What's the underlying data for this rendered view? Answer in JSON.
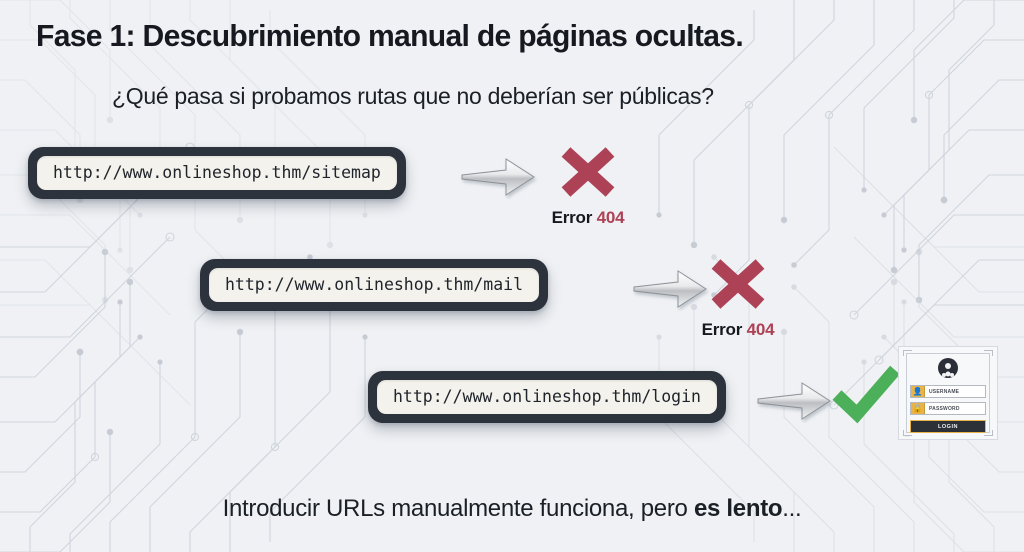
{
  "slide": {
    "title": "Fase 1: Descubrimiento manual de páginas ocultas.",
    "subtitle": "¿Qué pasa si probamos rutas que no deberían ser públicas?",
    "footnote_prefix": "Introducir URLs manualmente funciona, pero ",
    "footnote_bold": "es lento",
    "footnote_suffix": "..."
  },
  "colors": {
    "background": "#eff1f4",
    "title_text": "#16191f",
    "urlbar_frame": "#2d333d",
    "urlbar_field": "#f4f2ec",
    "error_red": "#ad4155",
    "success_green": "#4cb05a",
    "accent_gold": "#e8b44a",
    "arrow_gray": "#d9dadc"
  },
  "attempts": [
    {
      "url": "http://www.onlineshop.thm/sitemap",
      "arrow_icon": "right-arrow-icon",
      "result_icon": "red-cross-icon",
      "result_kind": "error",
      "label_word": "Error",
      "label_code": "404"
    },
    {
      "url": "http://www.onlineshop.thm/mail",
      "arrow_icon": "right-arrow-icon",
      "result_icon": "red-cross-icon",
      "result_kind": "error",
      "label_word": "Error",
      "label_code": "404"
    },
    {
      "url": "http://www.onlineshop.thm/login",
      "arrow_icon": "right-arrow-icon",
      "result_icon": "green-check-icon",
      "result_kind": "success",
      "label_word": "",
      "label_code": ""
    }
  ],
  "login_thumbnail": {
    "avatar_icon": "user-avatar-icon",
    "username_icon": "person-icon",
    "username_label": "USERNAME",
    "password_icon": "lock-icon",
    "password_label": "PASSWORD",
    "submit_label": "LOGIN"
  }
}
